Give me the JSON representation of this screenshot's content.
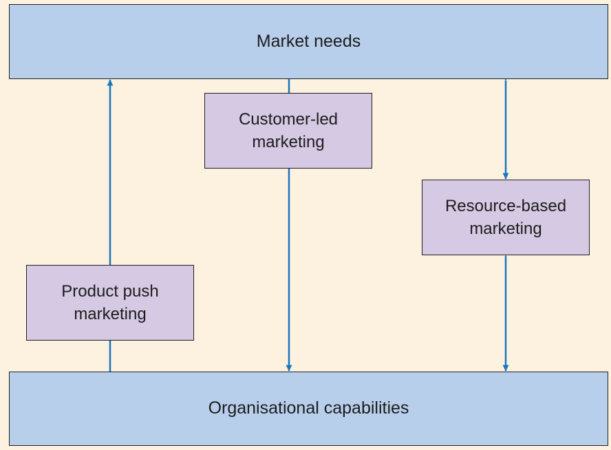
{
  "diagram": {
    "top_box": {
      "label": "Market needs"
    },
    "bottom_box": {
      "label": "Organisational capabilities"
    },
    "nodes": {
      "customer_led": {
        "label": "Customer-led marketing"
      },
      "resource_based": {
        "label": "Resource-based marketing"
      },
      "product_push": {
        "label": "Product push marketing"
      }
    }
  },
  "colors": {
    "background": "#fdf1df",
    "band_fill": "#b8cfec",
    "node_fill": "#d5c9e3",
    "arrow": "#1776bf",
    "border": "#1f1f1f"
  }
}
